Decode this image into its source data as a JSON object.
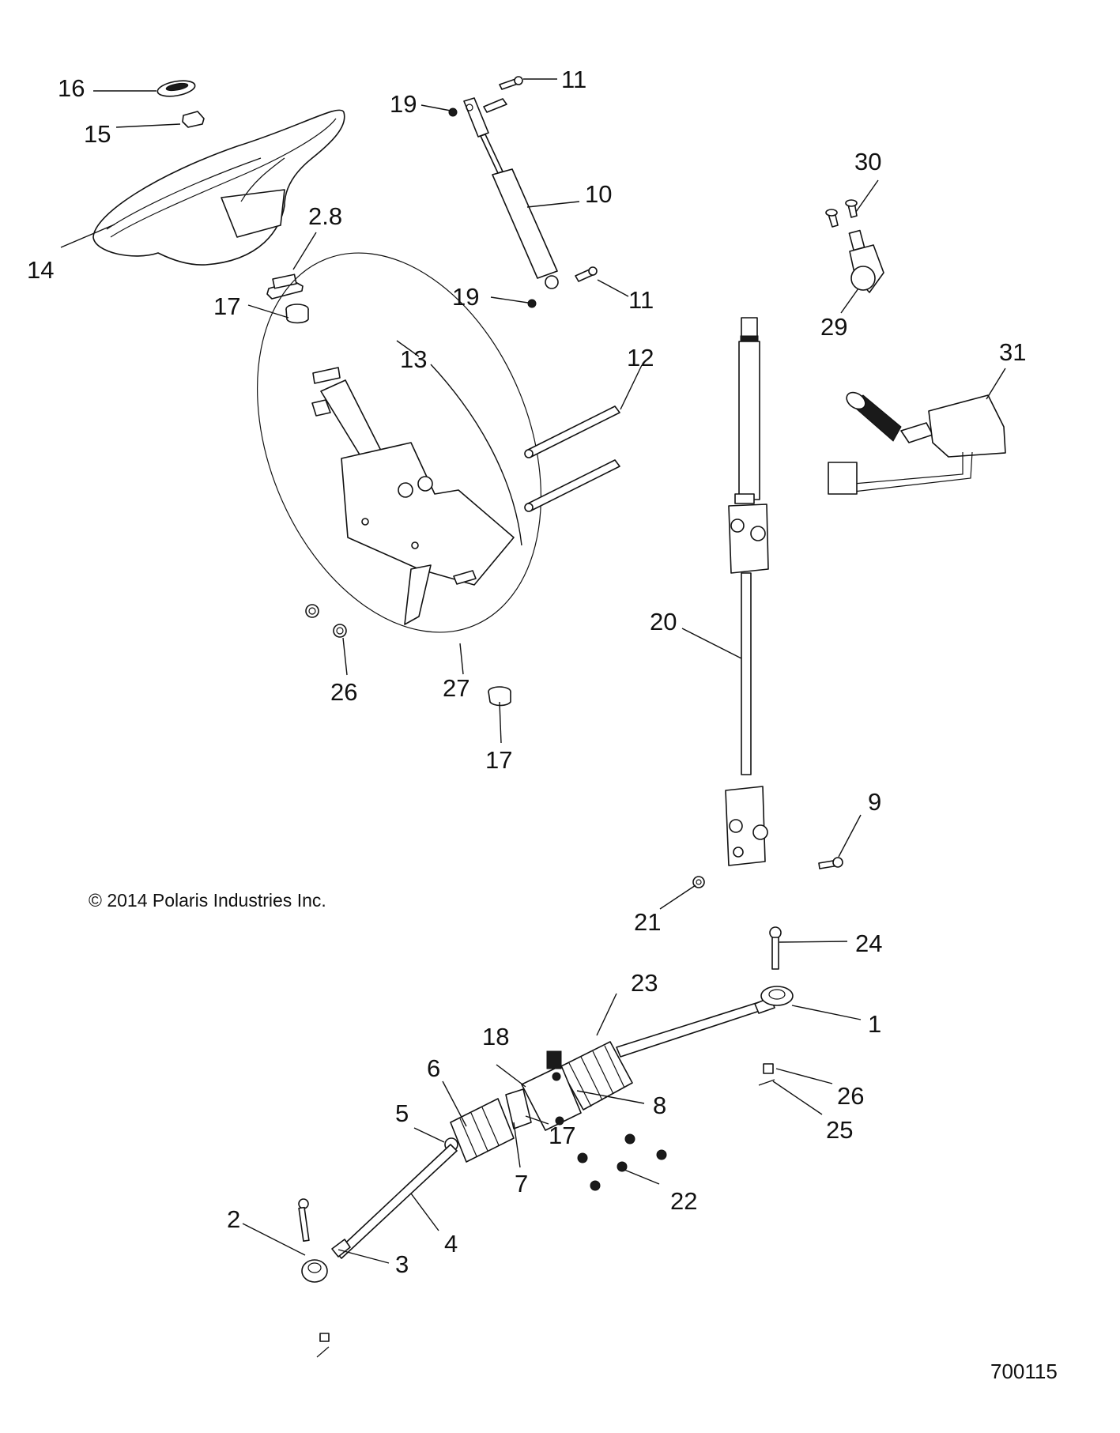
{
  "diagram": {
    "title": "Steering assembly exploded parts diagram",
    "copyright": "© 2014 Polaris Industries Inc.",
    "figure_number": "700115",
    "callouts": [
      {
        "id": "c16",
        "label": "16",
        "part": "steering-wheel-cap"
      },
      {
        "id": "c15",
        "label": "15",
        "part": "steering-wheel-nut"
      },
      {
        "id": "c14",
        "label": "14",
        "part": "steering-wheel"
      },
      {
        "id": "c28",
        "label": "2.8",
        "part": "grommet-clip"
      },
      {
        "id": "c17a",
        "label": "17",
        "part": "bushing-upper"
      },
      {
        "id": "c19a",
        "label": "19",
        "part": "nut-upper"
      },
      {
        "id": "c11a",
        "label": "11",
        "part": "bolt-upper"
      },
      {
        "id": "c10",
        "label": "10",
        "part": "gas-strut"
      },
      {
        "id": "c19b",
        "label": "19",
        "part": "nut-lower"
      },
      {
        "id": "c11b",
        "label": "11",
        "part": "bolt-lower"
      },
      {
        "id": "c13",
        "label": "13",
        "part": "steering-column-bracket"
      },
      {
        "id": "c12",
        "label": "12",
        "part": "pivot-bolts"
      },
      {
        "id": "c30",
        "label": "30",
        "part": "screws"
      },
      {
        "id": "c29",
        "label": "29",
        "part": "tilt-knob"
      },
      {
        "id": "c31",
        "label": "31",
        "part": "turn-signal-switch"
      },
      {
        "id": "c26a",
        "label": "26",
        "part": "flange-nut"
      },
      {
        "id": "c27",
        "label": "27",
        "part": "bushing"
      },
      {
        "id": "c17b",
        "label": "17",
        "part": "bushing-lower"
      },
      {
        "id": "c20",
        "label": "20",
        "part": "steering-shaft"
      },
      {
        "id": "c9",
        "label": "9",
        "part": "u-joint-bolt"
      },
      {
        "id": "c21",
        "label": "21",
        "part": "u-joint-nut"
      },
      {
        "id": "c24",
        "label": "24",
        "part": "tie-rod-bolt"
      },
      {
        "id": "c23",
        "label": "23",
        "part": "rack-boot-right"
      },
      {
        "id": "c1",
        "label": "1",
        "part": "tie-rod-end-right"
      },
      {
        "id": "c18",
        "label": "18",
        "part": "rack-housing"
      },
      {
        "id": "c6",
        "label": "6",
        "part": "rack-boot-left"
      },
      {
        "id": "c5",
        "label": "5",
        "part": "boot-clamp"
      },
      {
        "id": "c8",
        "label": "8",
        "part": "rack-mount-bolt"
      },
      {
        "id": "c17c",
        "label": "17",
        "part": "rack-bushing"
      },
      {
        "id": "c7",
        "label": "7",
        "part": "rack-bracket"
      },
      {
        "id": "c26b",
        "label": "26",
        "part": "castle-nut"
      },
      {
        "id": "c25",
        "label": "25",
        "part": "cotter-pin"
      },
      {
        "id": "c22",
        "label": "22",
        "part": "rack-nuts"
      },
      {
        "id": "c2",
        "label": "2",
        "part": "tie-rod-end-left"
      },
      {
        "id": "c3",
        "label": "3",
        "part": "jam-nut"
      },
      {
        "id": "c4",
        "label": "4",
        "part": "tie-rod-left"
      }
    ]
  }
}
